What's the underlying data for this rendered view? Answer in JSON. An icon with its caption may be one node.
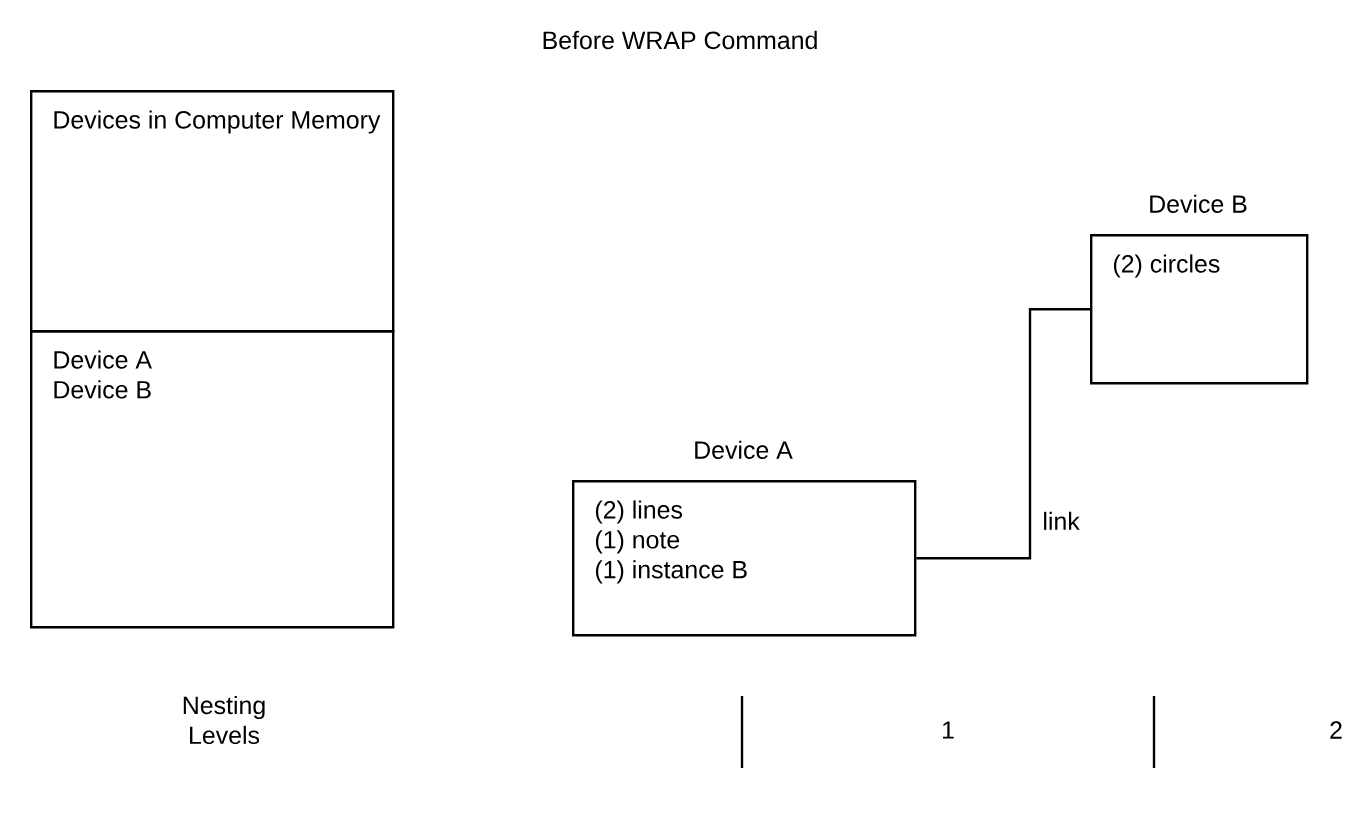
{
  "diagram": {
    "title": "Before WRAP Command",
    "nodes": [
      {
        "text": [
          "Devices in Computer Memory"
        ]
      },
      {
        "text": [
          "Device A",
          "Device B"
        ]
      },
      {
        "text": [
          "Device A",
          "(2) lines",
          "(1) note",
          "(1) instance B"
        ]
      },
      {
        "text": [
          "Device B",
          "(2) circles"
        ]
      }
    ],
    "edges": [
      {
        "from": 2,
        "to": 3,
        "arrow": "none",
        "label": "link"
      }
    ],
    "labels": [
      "Nesting Levels",
      "1",
      "2"
    ]
  }
}
